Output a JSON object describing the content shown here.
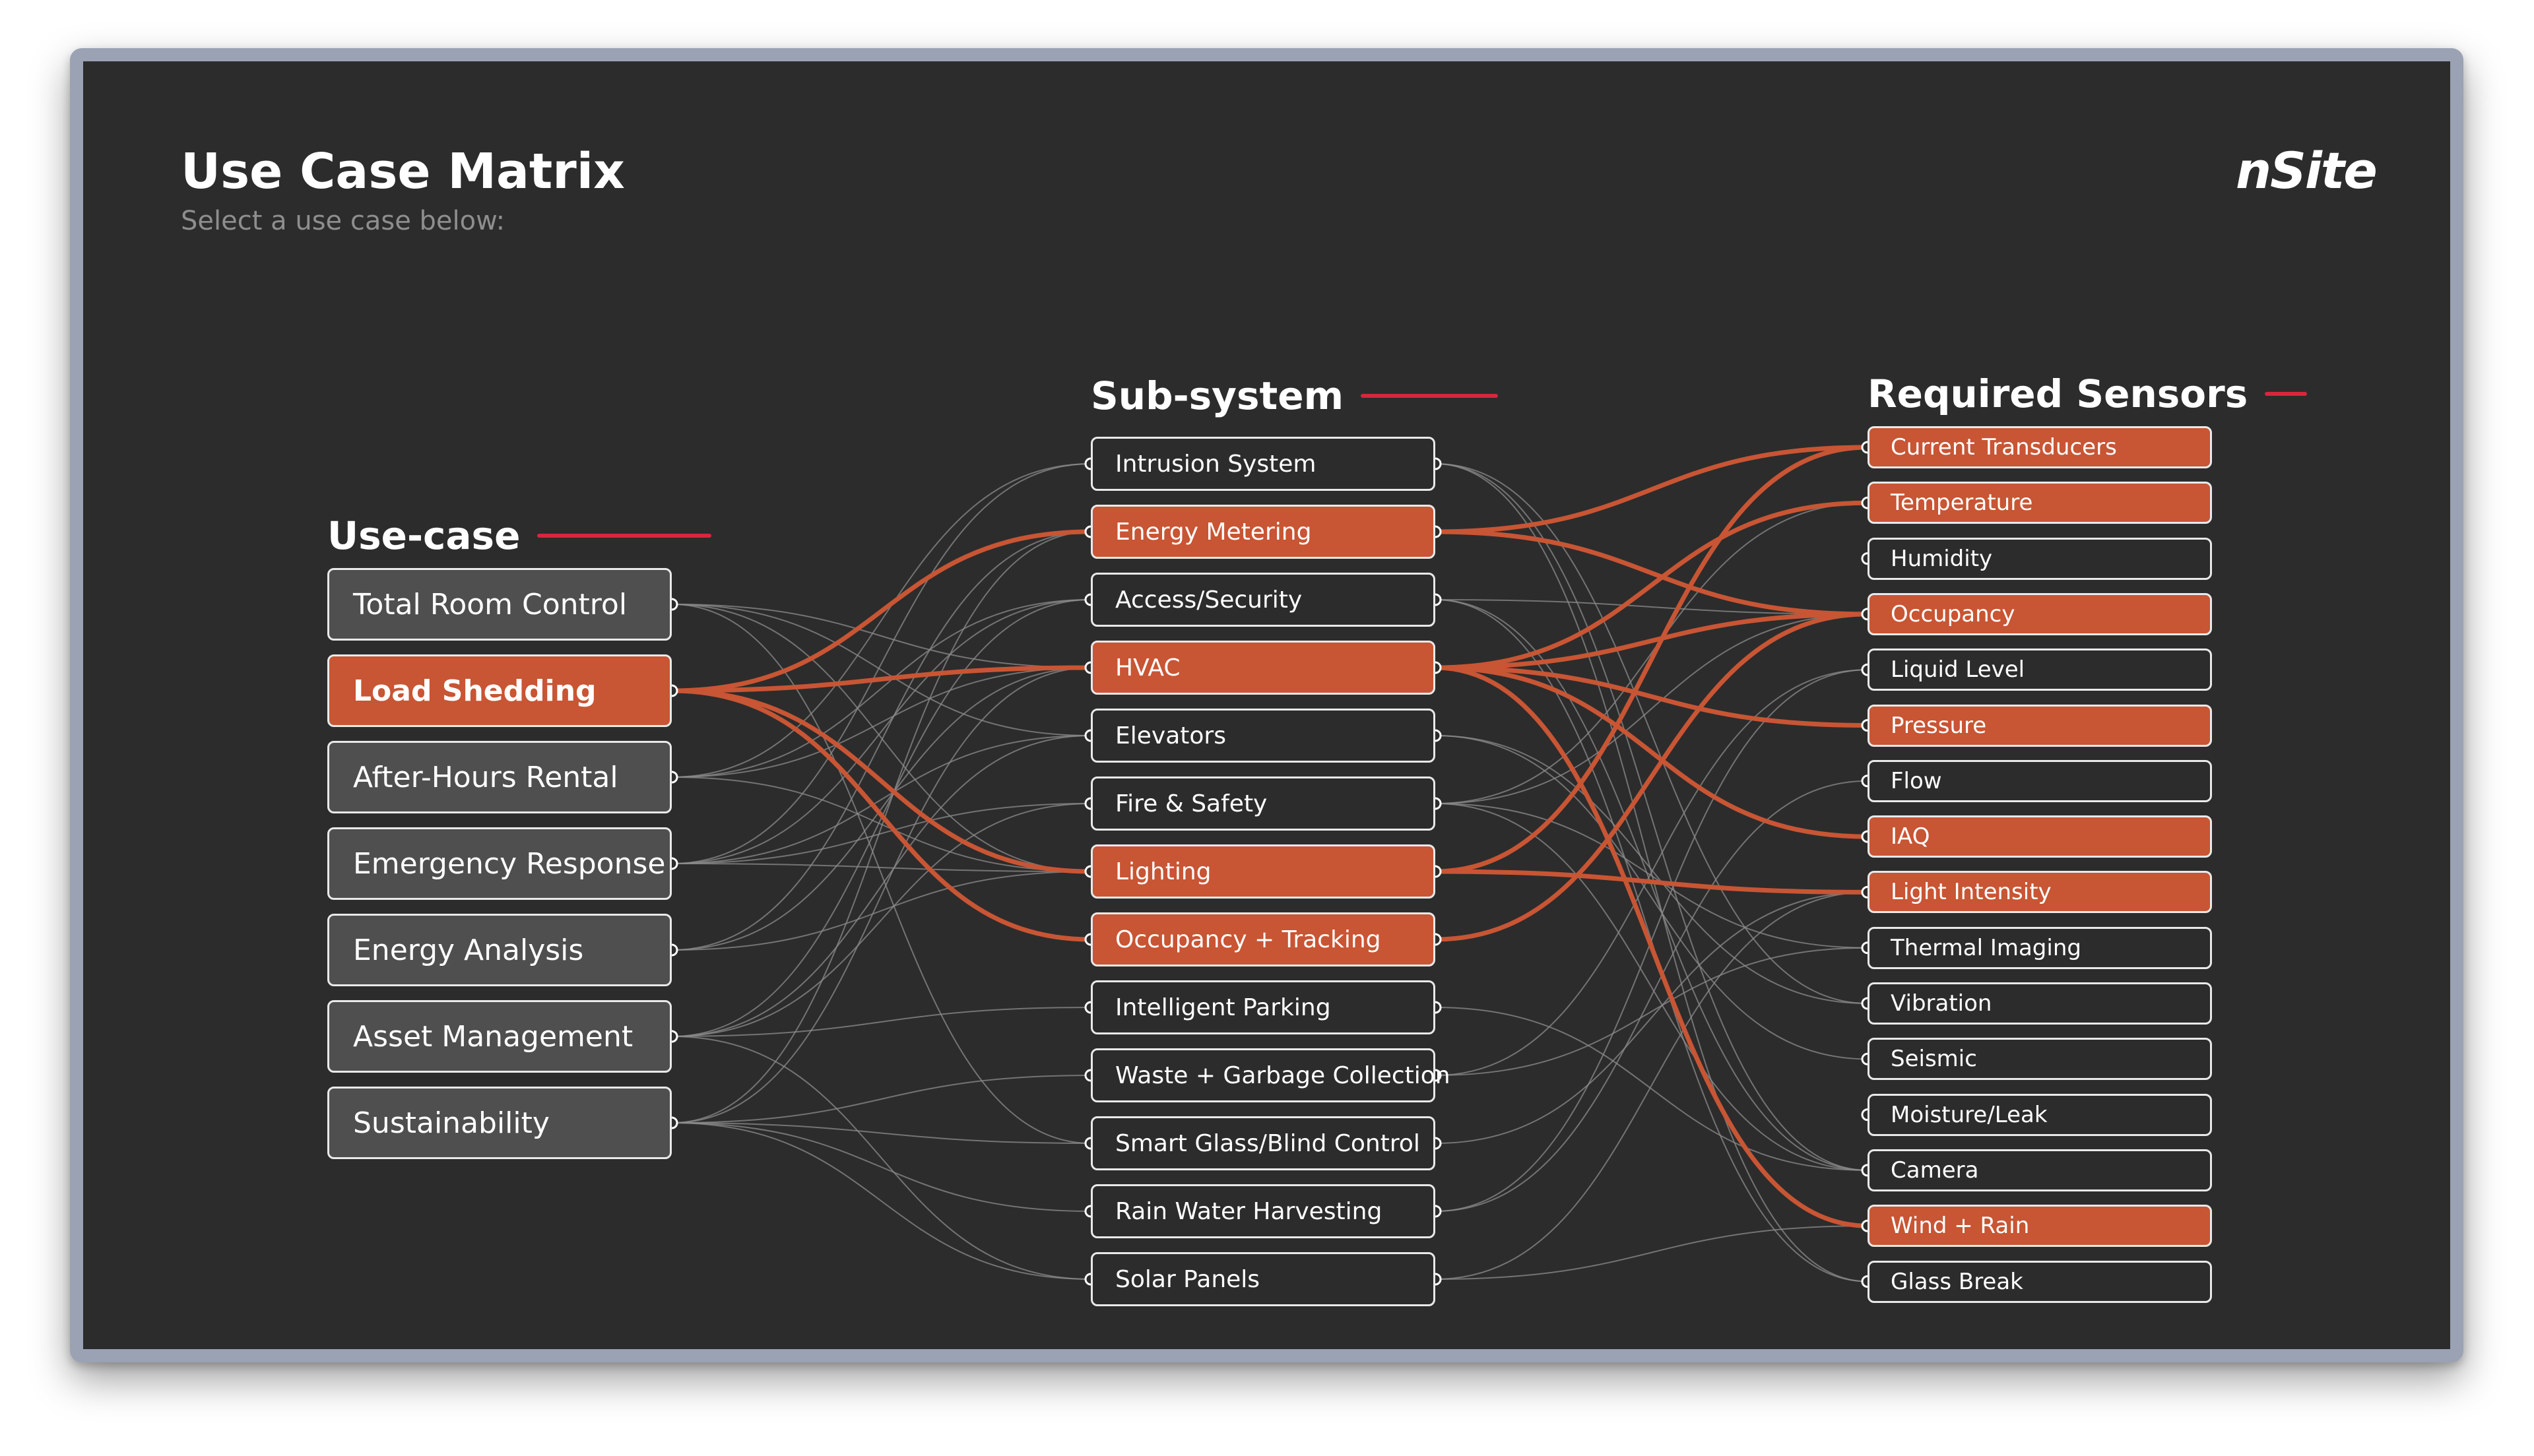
{
  "header": {
    "title": "Use Case Matrix",
    "subtitle": "Select a use case below:",
    "logo": "nSite"
  },
  "colors": {
    "background": "#2c2c2c",
    "active": "#c85534",
    "accent_bar": "#d7263d",
    "inactive_link": "#8c8c8c"
  },
  "columns": {
    "use_case": {
      "label": "Use-case",
      "items": [
        "Total Room Control",
        "Load Shedding",
        "After-Hours Rental",
        "Emergency Response",
        "Energy Analysis",
        "Asset Management",
        "Sustainability"
      ]
    },
    "sub_system": {
      "label": "Sub-system",
      "items": [
        "Intrusion System",
        "Energy Metering",
        "Access/Security",
        "HVAC",
        "Elevators",
        "Fire & Safety",
        "Lighting",
        "Occupancy + Tracking",
        "Intelligent Parking",
        "Waste + Garbage Collection",
        "Smart Glass/Blind Control",
        "Rain Water Harvesting",
        "Solar Panels"
      ]
    },
    "sensors": {
      "label": "Required Sensors",
      "items": [
        "Current Transducers",
        "Temperature",
        "Humidity",
        "Occupancy",
        "Liquid Level",
        "Pressure",
        "Flow",
        "IAQ",
        "Light Intensity",
        "Thermal Imaging",
        "Vibration",
        "Seismic",
        "Moisture/Leak",
        "Camera",
        "Wind + Rain",
        "Glass Break"
      ]
    }
  },
  "selection": {
    "use_case": "Load Shedding",
    "sub_systems": [
      "Energy Metering",
      "HVAC",
      "Lighting",
      "Occupancy + Tracking"
    ],
    "sensors": [
      "Current Transducers",
      "Temperature",
      "Occupancy",
      "Pressure",
      "IAQ",
      "Light Intensity",
      "Wind + Rain"
    ]
  },
  "links": {
    "use_to_sub": [
      [
        0,
        3
      ],
      [
        0,
        6
      ],
      [
        0,
        10
      ],
      [
        0,
        4
      ],
      [
        1,
        1
      ],
      [
        1,
        3
      ],
      [
        1,
        6
      ],
      [
        1,
        7
      ],
      [
        2,
        2
      ],
      [
        2,
        3
      ],
      [
        2,
        6
      ],
      [
        2,
        0
      ],
      [
        3,
        0
      ],
      [
        3,
        2
      ],
      [
        3,
        4
      ],
      [
        3,
        5
      ],
      [
        3,
        6
      ],
      [
        4,
        1
      ],
      [
        4,
        3
      ],
      [
        4,
        6
      ],
      [
        5,
        2
      ],
      [
        5,
        4
      ],
      [
        5,
        5
      ],
      [
        5,
        8
      ],
      [
        5,
        12
      ],
      [
        6,
        9
      ],
      [
        6,
        11
      ],
      [
        6,
        12
      ],
      [
        6,
        10
      ],
      [
        6,
        3
      ],
      [
        6,
        1
      ]
    ],
    "sub_to_sensor": [
      [
        0,
        13
      ],
      [
        0,
        15
      ],
      [
        0,
        10
      ],
      [
        1,
        0
      ],
      [
        1,
        3
      ],
      [
        2,
        13
      ],
      [
        2,
        3
      ],
      [
        2,
        15
      ],
      [
        3,
        1
      ],
      [
        3,
        3
      ],
      [
        3,
        5
      ],
      [
        3,
        7
      ],
      [
        3,
        14
      ],
      [
        4,
        10
      ],
      [
        4,
        11
      ],
      [
        5,
        1
      ],
      [
        5,
        9
      ],
      [
        5,
        13
      ],
      [
        5,
        3
      ],
      [
        6,
        0
      ],
      [
        6,
        8
      ],
      [
        7,
        3
      ],
      [
        8,
        13
      ],
      [
        9,
        9
      ],
      [
        9,
        4
      ],
      [
        10,
        8
      ],
      [
        11,
        4
      ],
      [
        11,
        6
      ],
      [
        12,
        8
      ],
      [
        12,
        14
      ]
    ]
  }
}
